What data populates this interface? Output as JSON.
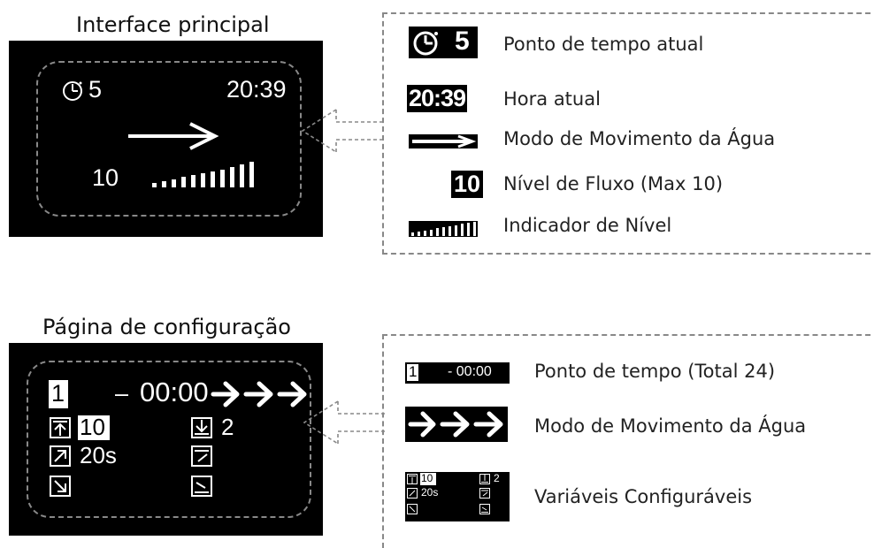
{
  "main": {
    "title": "Interface principal",
    "screen": {
      "timepoint": "5",
      "time": "20:39",
      "flow": "10"
    },
    "legend": [
      {
        "icon_text": "5",
        "label": "Ponto de tempo atual"
      },
      {
        "icon_text": "20:39",
        "label": "Hora atual"
      },
      {
        "icon_text": "",
        "label": "Modo de Movimento da Água"
      },
      {
        "icon_text": "10",
        "label": "Nível de Fluxo (Max 10)"
      },
      {
        "icon_text": "",
        "label": "Indicador de Nível"
      }
    ]
  },
  "config": {
    "title": "Página de configuração",
    "screen": {
      "index": "1",
      "dash": "–",
      "time": "00:00",
      "up_value": "10",
      "down_value": "2",
      "ramp_value": "20s"
    },
    "legend": [
      {
        "icon_index": "1",
        "icon_time": "- 00:00",
        "label": "Ponto de tempo (Total 24)"
      },
      {
        "label": "Modo de Movimento da Água"
      },
      {
        "icon_up": "10",
        "icon_ramp": "20s",
        "icon_down": "2",
        "label": "Variáveis Configuráveis"
      }
    ]
  }
}
